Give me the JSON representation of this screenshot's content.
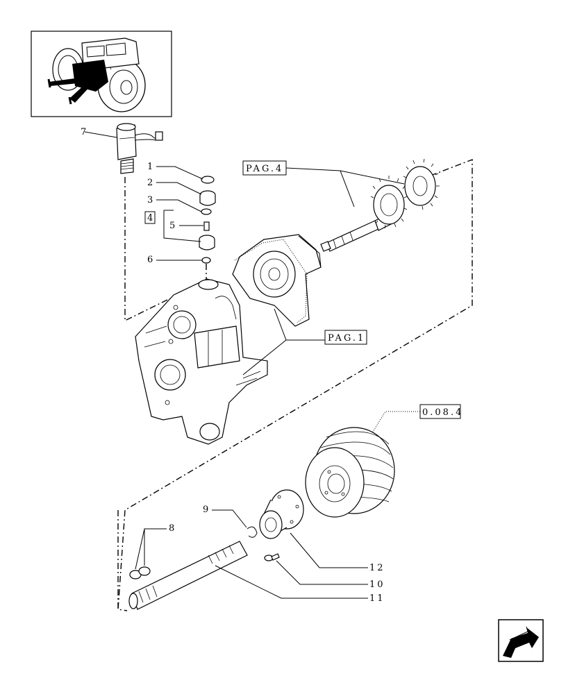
{
  "references": {
    "pag4": "PAG.4",
    "pag1": "PAG.1",
    "ref_0084": "0.08.4",
    "box4": "4"
  },
  "callouts": [
    "1",
    "2",
    "3",
    "5",
    "6",
    "7",
    "8",
    "9",
    "10",
    "11",
    "12"
  ],
  "nav": {
    "icon": "prev-page-arrow-icon"
  }
}
